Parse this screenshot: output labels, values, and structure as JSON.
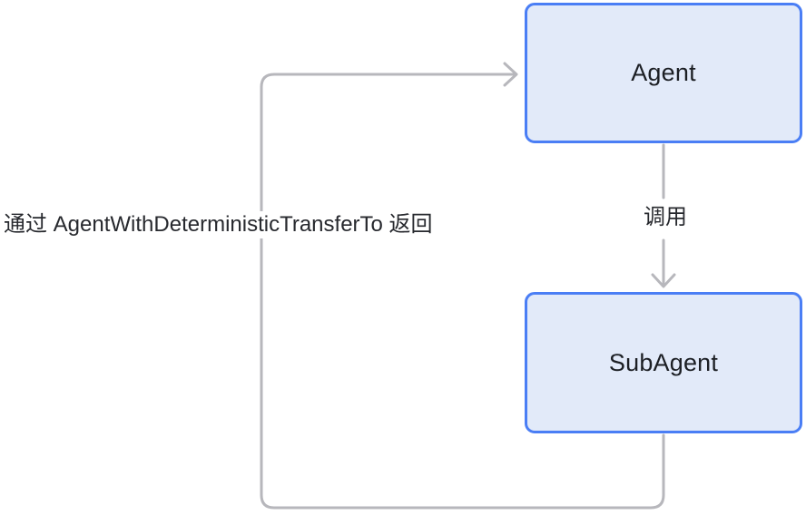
{
  "diagram": {
    "type": "flowchart",
    "background_color": "#ffffff",
    "nodes": [
      {
        "id": "agent",
        "label": "Agent",
        "fill_color": "#e2eaf9",
        "border_color": "#4a7ef5"
      },
      {
        "id": "subagent",
        "label": "SubAgent",
        "fill_color": "#e2eaf9",
        "border_color": "#4a7ef5"
      }
    ],
    "edges": [
      {
        "id": "invoke",
        "from": "agent",
        "to": "subagent",
        "label": "调用",
        "color": "#b7b7bc"
      },
      {
        "id": "return",
        "from": "subagent",
        "to": "agent",
        "label": "通过 AgentWithDeterministicTransferTo 返回",
        "color": "#b7b7bc"
      }
    ]
  }
}
